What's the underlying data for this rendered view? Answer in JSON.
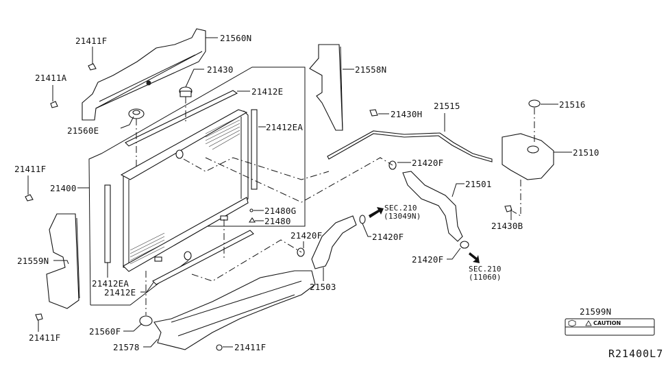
{
  "diagram": {
    "title": "Radiator, shroud & inverter cooling",
    "reference_code": "R21400L7",
    "callouts": [
      {
        "id": "c1",
        "text": "21411F"
      },
      {
        "id": "c2",
        "text": "21560N"
      },
      {
        "id": "c3",
        "text": "21411A"
      },
      {
        "id": "c4",
        "text": "21430"
      },
      {
        "id": "c5",
        "text": "21412E"
      },
      {
        "id": "c6",
        "text": "21560E"
      },
      {
        "id": "c7",
        "text": "21412EA"
      },
      {
        "id": "c8",
        "text": "21558N"
      },
      {
        "id": "c9",
        "text": "21430H"
      },
      {
        "id": "c10",
        "text": "21515"
      },
      {
        "id": "c11",
        "text": "21516"
      },
      {
        "id": "c12",
        "text": "21510"
      },
      {
        "id": "c13",
        "text": "21420F"
      },
      {
        "id": "c14",
        "text": "21501"
      },
      {
        "id": "c15",
        "text": "21411F"
      },
      {
        "id": "c16",
        "text": "21400"
      },
      {
        "id": "c17",
        "text": "21480G"
      },
      {
        "id": "c18",
        "text": "21480"
      },
      {
        "id": "c19",
        "text": "21420F"
      },
      {
        "id": "c20",
        "text": "21420F"
      },
      {
        "id": "c21",
        "text": "21430B"
      },
      {
        "id": "c22",
        "text": "21559N"
      },
      {
        "id": "c23",
        "text": "21412EA"
      },
      {
        "id": "c24",
        "text": "21412E"
      },
      {
        "id": "c25",
        "text": "21503"
      },
      {
        "id": "c26",
        "text": "21420F"
      },
      {
        "id": "c27",
        "text": "21411F"
      },
      {
        "id": "c28",
        "text": "21560F"
      },
      {
        "id": "c29",
        "text": "21578"
      },
      {
        "id": "c30",
        "text": "21411F"
      },
      {
        "id": "c31",
        "text": "21599N"
      }
    ],
    "section_refs": [
      {
        "line1": "SEC.210",
        "line2": "(13049N)"
      },
      {
        "line1": "SEC.210",
        "line2": "(11060)"
      }
    ],
    "caution_label": {
      "text": "CAUTION",
      "warning_icon": "warning-triangle-icon",
      "symbol_icon": "engine-symbol-icon"
    }
  }
}
